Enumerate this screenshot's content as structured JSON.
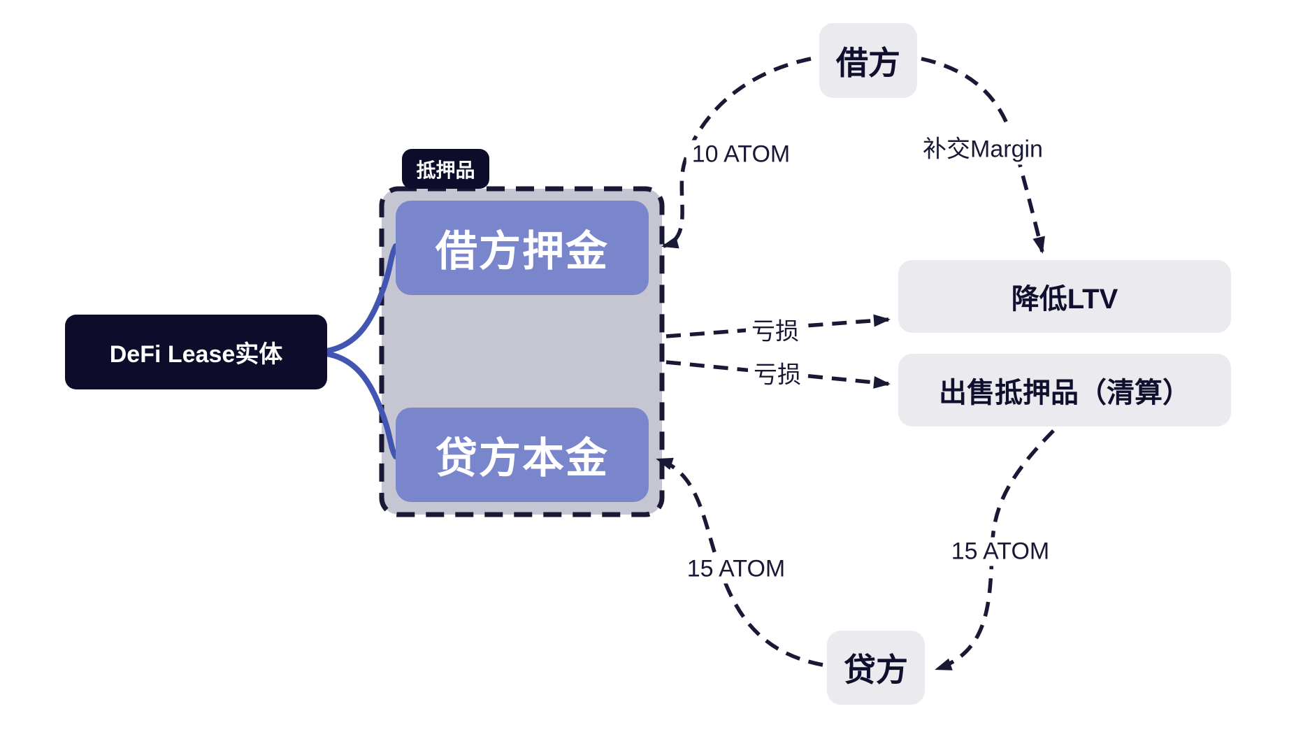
{
  "diagram_title": "DeFi Lease collateral flow diagram",
  "colors": {
    "background": "#ffffff",
    "navy_box": "#0d0d2b",
    "ink": "#191936",
    "purple_box": "#7a86cb",
    "container_fill": "#c5c6d1",
    "light_box": "#eaeaef",
    "blue_branch": "#4255b0",
    "white_text": "#ffffff"
  },
  "nodes": {
    "entity": {
      "label": "DeFi Lease实体"
    },
    "collateral_tag": {
      "label": "抵押品"
    },
    "borrower_deposit": {
      "label": "借方押金"
    },
    "lender_principal": {
      "label": "贷方本金"
    },
    "borrower": {
      "label": "借方"
    },
    "lower_ltv": {
      "label": "降低LTV"
    },
    "sell_collateral": {
      "label": "出售抵押品（清算）"
    },
    "lender": {
      "label": "贷方"
    }
  },
  "edge_labels": {
    "borrower_to_deposit": "10 ATOM",
    "borrower_to_ltv": "补交Margin",
    "loss_to_ltv": "亏损",
    "loss_to_sell": "亏损",
    "lender_to_principal": "15 ATOM",
    "sell_to_lender": "15 ATOM"
  }
}
